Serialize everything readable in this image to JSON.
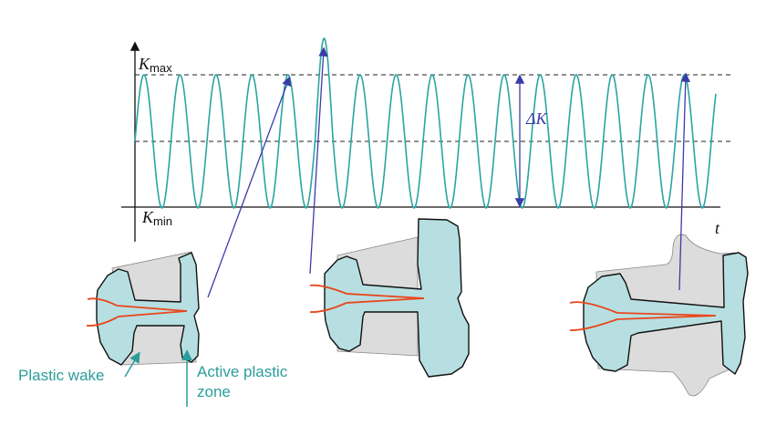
{
  "labels": {
    "k_max_symbol": "K",
    "k_max_sub": "max",
    "k_min_symbol": "K",
    "k_min_sub": "min",
    "delta_k": "ΔK",
    "time_axis": "t",
    "plastic_wake": "Plastic wake",
    "active_plastic_zone_line1": "Active plastic",
    "active_plastic_zone_line2": "zone"
  },
  "colors": {
    "wave": "#2aa5a0",
    "plastic_zone_fill": "#b7dfe1",
    "specimen_fill": "#dcdcdc",
    "crack": "#e8471c",
    "arrow": "#3b3ba8",
    "label_teal": "#2a9d9b"
  }
}
